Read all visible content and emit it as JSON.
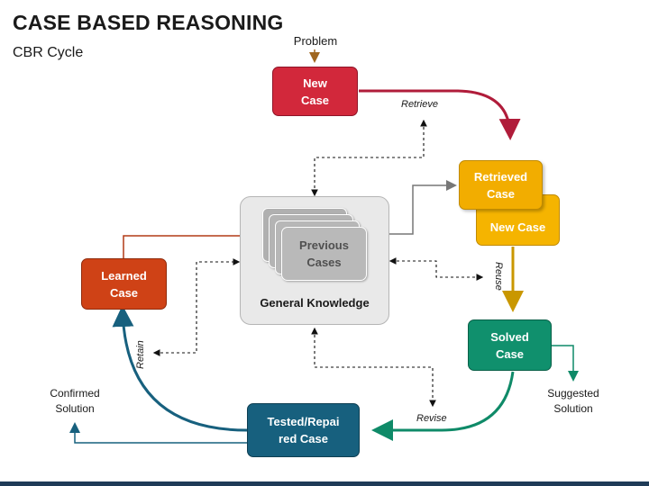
{
  "title": "CASE BASED REASONING",
  "subtitle": "CBR Cycle",
  "nodes": {
    "problem": "Problem",
    "new_case": "New\nCase",
    "retrieved_case": "Retrieved\nCase",
    "new_case_2": "New Case",
    "previous_cases": "Previous\nCases",
    "general_knowledge": "General Knowledge",
    "learned_case": "Learned\nCase",
    "solved_case": "Solved\nCase",
    "tested_repaired_case": "Tested/Repai\nred Case",
    "confirmed_solution": "Confirmed\nSolution",
    "suggested_solution": "Suggested\nSolution"
  },
  "edges": {
    "retrieve": "Retrieve",
    "reuse": "Reuse",
    "revise": "Revise",
    "retain": "Retain"
  },
  "colors": {
    "new_case": "#d2283b",
    "retrieved_case": "#f2ad00",
    "new_case_2": "#f5b400",
    "solved_case": "#10906d",
    "tested_repaired_case": "#17607e",
    "learned_case": "#cf4216",
    "knowledge_panel": "#e9e9e9",
    "previous_cases": "#b9b9b9"
  }
}
